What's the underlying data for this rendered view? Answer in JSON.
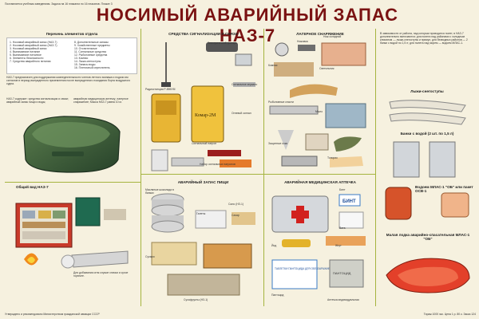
{
  "header": {
    "note": "Поставляется учебным заведениям. Задача на 16 плакатах по 16 плакатов. Плакат 3",
    "title": "НОСИМЫЙ АВАРИЙНЫЙ ЗАПАС НАЗ-7"
  },
  "left": {
    "table_title": "Перечень элементов отдела",
    "items_col1": [
      "1. Носимый аварийный запас (НАЗ-7)",
      "2. Носимый аварийный запас (НАЗ-7)",
      "3. Носимый аварийный запас",
      "4. Вынимаемое питание",
      "5. Вынимаемое питьевое",
      "6. Элементы безопасности",
      "7. Средства аварийного питания"
    ],
    "items_col2": [
      "8. Дополнительные запасы",
      "9. Хозяйственные предметы",
      "10. Отопительные",
      "11. Сигнальные средства",
      "12. Рыболовные средства",
      "13. Компас",
      "14. Лыжи-снегоступы",
      "15. Запасы воды",
      "16. Пленочный опреснитель"
    ],
    "intro": "НАЗ-7 предназначен для поддержания жизнедеятельности членов летного экипажа и подачи им сигналов в период вынужденного приземления после вынужденного покидания борта воздушного судна.",
    "contents": "НАЗ-7 содержит: средства сигнализации и связи; аварийный запас пищи и воды;",
    "contents2": "аварийную медицинскую аптечку; лагерное снаряжение; Масса НАЗ-7 равна 10 кг.",
    "general_view": "Общий вид НАЗ-7",
    "note_bottom": "Для добывания огня служат спички и сухое горючее."
  },
  "signal": {
    "title": "СРЕДСТВА СИГНАЛИЗАЦИИ И СВЯЗИ",
    "captions": [
      "Электрический фонарь",
      "Радиостанция Р-855УМ",
      "Сигнальное зеркало",
      "Огневой сигнал",
      "Сигнальный патрон",
      "Набор сигнальных патронов"
    ],
    "radio_label": "Комар-2М"
  },
  "food": {
    "title": "АВАРИЙНЫЙ ЗАПАС ПИЩИ",
    "captions": [
      "Масляные шоколада в банках",
      "Сало (НЗ-1)",
      "Галеты",
      "Сахар",
      "Сухари",
      "Сухофрукты (НЗ-1)"
    ]
  },
  "camp": {
    "title": "ЛАГЕРНОЕ СНАРЯЖЕНИЕ",
    "captions": [
      "Ножовка",
      "Нож складной",
      "Компас",
      "Светильник",
      "Рыболовные снасти",
      "Мыло",
      "Защитные очки",
      "Топорик"
    ]
  },
  "med": {
    "title": "АВАРИЙНАЯ МЕДИЦИНСКАЯ АПТЕЧКА",
    "captions": [
      "Бинт",
      "Вата",
      "Йод",
      "Жгут",
      "Пантоцид",
      "Аптечка индивидуальная"
    ],
    "box_label": "БИНТ",
    "pkg_label": "ТАБЛЕТКИ ПАНТОЦИДА ДЛЯ ОБЕЗЗАРАЖИВАНИЯ ВОДЫ",
    "vial_label": "ПАНТОЦИД"
  },
  "right": {
    "text": "В зависимости от района, над которым проводится полет, в НАЗ-7 дополнительно включаются: для полета над районами с холодным климатом — лыжи-снегоступы и примус; для безводных районов — 2 банки с водой по 1,5 л; для полета над морем — водоем МЛАС-1.",
    "skis_title": "Лыжи-снегоступы",
    "cans_title": "Банки с водой (2 шт. по 1,5 л)",
    "flask_title": "Водоем МЛАС-1 \"ОБ\" или пакет ОСВ-1",
    "boat_title": "Малая лодка аварийно-спасательная МЛАС-1 \"ОБ\""
  },
  "footer": {
    "left": "Утверждено и рекомендовано Министерством гражданской авиации СССР",
    "right": "Тираж 1000 экз. Цена 1 р. 80 к. Заказ 124"
  }
}
